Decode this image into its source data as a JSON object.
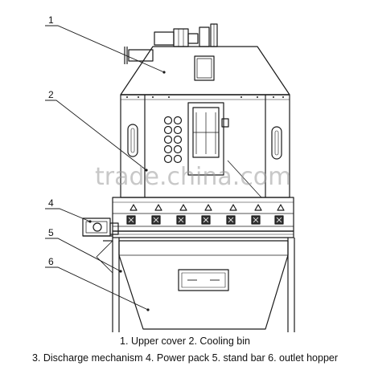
{
  "callouts": {
    "c1": "1",
    "c2": "2",
    "c4": "4",
    "c5": "5",
    "c6": "6"
  },
  "watermark": "trade.china.com",
  "caption": {
    "line1": "1. Upper cover 2. Cooling bin",
    "line2": "3. Discharge mechanism 4. Power pack 5. stand bar 6. outlet hopper"
  }
}
